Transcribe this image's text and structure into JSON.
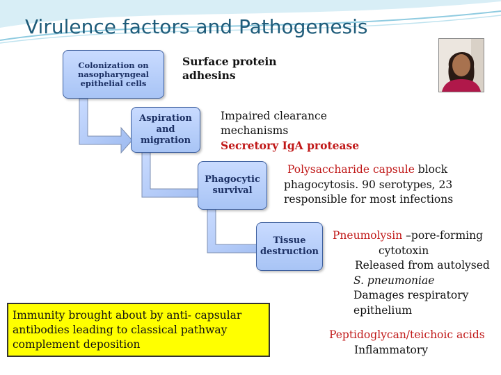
{
  "title": "Virulence factors and Pathogenesis",
  "steps": [
    {
      "lines": [
        "Colonization on",
        "nasopharyngeal",
        "epithelial cells"
      ]
    },
    {
      "lines": [
        "Aspiration",
        "and",
        "migration"
      ]
    },
    {
      "lines": [
        "Phagocytic",
        "survival"
      ]
    },
    {
      "lines": [
        "Tissue",
        "destruction"
      ]
    }
  ],
  "factors": {
    "adhesins": {
      "line1": "Surface protein",
      "line2": "adhesins"
    },
    "clearance": {
      "line1": "Impaired clearance",
      "line2": "mechanisms",
      "line3": "Secretory IgA protease"
    },
    "capsule": {
      "lead": "Polysaccharide capsule",
      "rest1": " block",
      "line2": "phagocytosis. 90 serotypes, 23",
      "line3": "responsible for most infections"
    },
    "pneumolysin": {
      "lead": "Pneumolysin",
      "rest1": " –pore-forming",
      "line2": "cytotoxin",
      "line3": "Released from autolysed",
      "line4": "S. pneumoniae",
      "line5": "Damages respiratory",
      "line6": "epithelium"
    },
    "peptidoglycan": {
      "line1": "Peptidoglycan/teichoic acids",
      "line2": "Inflammatory"
    }
  },
  "immunity": "Immunity brought about by anti- capsular antibodies leading to classical pathway complement deposition",
  "colors": {
    "title": "#1f5c7a",
    "box_fill": "#b4ccf8",
    "box_border": "#3d5f9e",
    "highlight_red": "#c01818",
    "immunity_fill": "#ffff00"
  }
}
